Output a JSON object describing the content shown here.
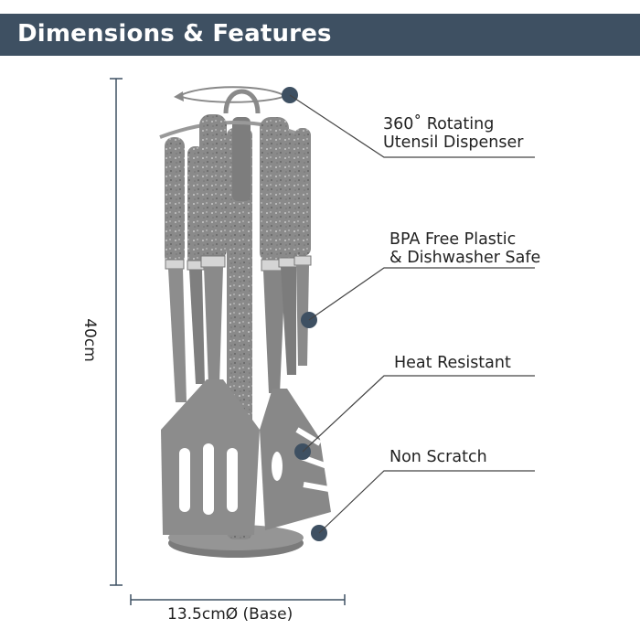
{
  "banner": {
    "title": "Dimensions & Features",
    "color": "#3e5062"
  },
  "features": [
    {
      "line1": "360˚ Rotating",
      "line2": "Utensil Dispenser"
    },
    {
      "line1": "BPA Free Plastic",
      "line2": "& Dishwasher Safe"
    },
    {
      "line1": "Heat Resistant",
      "line2": ""
    },
    {
      "line1": "Non Scratch",
      "line2": ""
    }
  ],
  "dimensions": {
    "height": "40cm",
    "base": "13.5cmØ (Base)"
  },
  "colors": {
    "callout_dot": "#3e5062",
    "utensil_grey": "#808080",
    "dimension_line": "#3e5062"
  }
}
